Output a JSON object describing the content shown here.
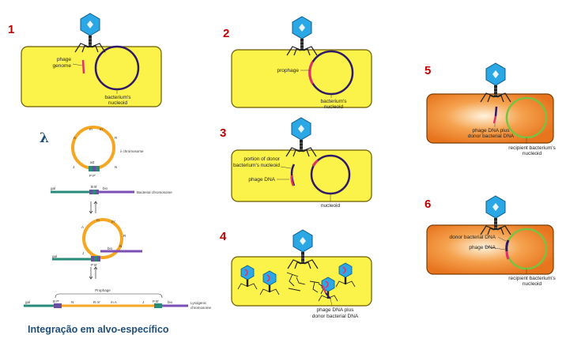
{
  "steps": {
    "s1": {
      "number": "1",
      "phage_genome": [
        "phage",
        "genome"
      ],
      "nucleoid": [
        "bacterium's",
        "nucleoid"
      ]
    },
    "s2": {
      "number": "2",
      "prophage": "prophage",
      "nucleoid": [
        "bacterium's",
        "nucleoid"
      ]
    },
    "s3": {
      "number": "3",
      "donor": [
        "portion of donor",
        "bacterium's nucleoid"
      ],
      "phage_dna": "phage DNA",
      "nucleoid": "nucleoid"
    },
    "s4": {
      "number": "4",
      "phage_plus": [
        "phage DNA plus",
        "donor bacterial DNA"
      ]
    },
    "s5": {
      "number": "5",
      "phage_plus": [
        "phage DNA plus",
        "donor bacterial DNA"
      ],
      "recipient": [
        "recipient bacterium's",
        "nucleoid"
      ]
    },
    "s6": {
      "number": "6",
      "donor_dna": "donor bacterial DNA",
      "phage_dna": "phage DNA",
      "recipient": [
        "recipient bacterium's",
        "nucleoid"
      ]
    }
  },
  "lambda": {
    "symbol": "λ",
    "circle_labels": {
      "m": "m",
      "m_prime": "m'",
      "a": "A",
      "r": "R",
      "j": "J",
      "n": "N",
      "att": "att",
      "pp": "P P'",
      "chromosome": "λ chromosome"
    },
    "bacterial": {
      "gal": "gal",
      "bb": "B B'",
      "bio": "bio",
      "label": "Bacterial chromosome"
    },
    "middle": {
      "m": "m",
      "m_prime": "m'",
      "a": "A",
      "r": "R",
      "j": "J",
      "n": "N",
      "bio": "bio",
      "gal": "gal",
      "pp": "P B'"
    },
    "lysogen": {
      "prophage": "Prophage",
      "gal": "gal",
      "bp": "B P'",
      "n": "N",
      "rm": "R m'",
      "ma": "m  A",
      "j": "J",
      "pb": "P  B'",
      "bio": "bio",
      "label": [
        "Lysogenic",
        "chromosome"
      ]
    }
  },
  "caption": "Integração em alvo-específico",
  "colors": {
    "cell_yellow": "#fbf24a",
    "cell_orange": "#f08a30",
    "cell_border": "#6b5a00",
    "nucleoid_dark": "#2e1a66",
    "nucleoid_green": "#7ac142",
    "phage_dna": "#e0306a",
    "phage_head": "#2ca7e6",
    "label_red": "#c00000"
  }
}
